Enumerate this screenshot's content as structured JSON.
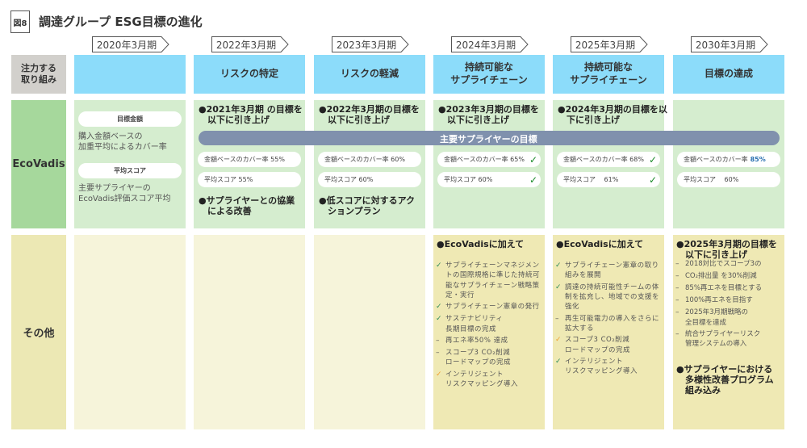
{
  "figure_label": "図8",
  "title": "調達グループ ESG目標の進化",
  "row_labels": {
    "focus": "注力する\n取り組み",
    "ecovadis": "EcoVadis",
    "other": "その他"
  },
  "bar_label": "主要サプライヤーの目標",
  "columns": [
    {
      "year": "2020年3月期",
      "focus": "",
      "ev_pill1": "目標金額",
      "ev_text1": "購入金額ベースの\n加重平均によるカバー率",
      "ev_pill2": "平均スコア",
      "ev_text2": "主要サプライヤーの\nEcoVadis評価スコア平均"
    },
    {
      "year": "2022年3月期",
      "focus": "リスクの特定",
      "ev_bullet1": "●2021年3月期 の目標を\n　以下に引き上げ",
      "cover": "金額ベースのカバー率 55%",
      "score": "平均スコア 55%",
      "ev_bullet2": "●サプライヤーとの協業\n　による改善"
    },
    {
      "year": "2023年3月期",
      "focus": "リスクの軽減",
      "ev_bullet1": "●2022年3月期の目標を\n　以下に引き上げ",
      "cover": "金額ベースのカバー率 60%",
      "score": "平均スコア 60%",
      "ev_bullet2": "●低スコアに対するアク\n　ションプラン"
    },
    {
      "year": "2024年3月期",
      "focus": "持続可能な\nサプライチェーン",
      "ev_bullet1": "●2023年3月期の目標を\n　以下に引き上げ",
      "cover": "金額ベースのカバー率 65%",
      "score": "平均スコア 60%",
      "cover_check": "✓",
      "score_check": "✓",
      "other_heading": "●EcoVadisに加えて",
      "other_items": [
        {
          "mark": "✓",
          "status": "done",
          "text": "サプライチェーンマネジメントの国際規格に準じた持続可能なサプライチェーン戦略策定・実行"
        },
        {
          "mark": "✓",
          "status": "done",
          "text": "サプライチェーン憲章の発行"
        },
        {
          "mark": "✓",
          "status": "done",
          "text": "サステナビリティ\n長期目標の完成"
        },
        {
          "mark": "–",
          "status": "pending",
          "text": "再エネ率50% 達成"
        },
        {
          "mark": "–",
          "status": "pending",
          "text": "スコープ3 CO₂削減\nロードマップの完成"
        },
        {
          "mark": "✓",
          "status": "partial",
          "text": "インテリジェント\nリスクマッピング導入"
        }
      ]
    },
    {
      "year": "2025年3月期",
      "focus": "持続可能な\nサプライチェーン",
      "ev_bullet1": "●2024年3月期の目標を以\n　下に引き上げ",
      "cover": "金額ベースのカバー率 68%",
      "score": "平均スコア　 61%",
      "cover_check": "✓",
      "score_check": "✓",
      "other_heading": "●EcoVadisに加えて",
      "other_items": [
        {
          "mark": "✓",
          "status": "done",
          "text": "サプライチェーン憲章の取り組みを展開"
        },
        {
          "mark": "✓",
          "status": "done",
          "text": "調達の持続可能性チームの体制を拡充し、地域での支援を強化"
        },
        {
          "mark": "–",
          "status": "pending",
          "text": "再生可能電力の導入をさらに拡大する"
        },
        {
          "mark": "✓",
          "status": "partial",
          "text": "スコープ3 CO₂削減\nロードマップの完成"
        },
        {
          "mark": "✓",
          "status": "done",
          "text": "インテリジェント\nリスクマッピング導入"
        }
      ]
    },
    {
      "year": "2030年3月期",
      "focus": "目標の達成",
      "cover": "金額ベースのカバー率",
      "cover_pct": "85%",
      "score": "平均スコア　 60%",
      "other_heading": "●2025年3月期の目標を\n　以下に引き上げ",
      "other_items": [
        {
          "mark": "–",
          "text": "2018対比でスコープ3の"
        },
        {
          "mark": "–",
          "text": "CO₂排出量 を30%削減"
        },
        {
          "mark": "–",
          "text": "85%再エネを目標とする"
        },
        {
          "mark": "–",
          "text": "100%再エネを目指す"
        },
        {
          "mark": "–",
          "text": "2025年3月期戦略の\n全目標を達成"
        },
        {
          "mark": "–",
          "text": "統合サプライヤーリスク\n管理システムの導入"
        }
      ],
      "other_heading2": "●サプライヤーにおける\n　多様性改善プログラム\n　組み込み"
    }
  ]
}
